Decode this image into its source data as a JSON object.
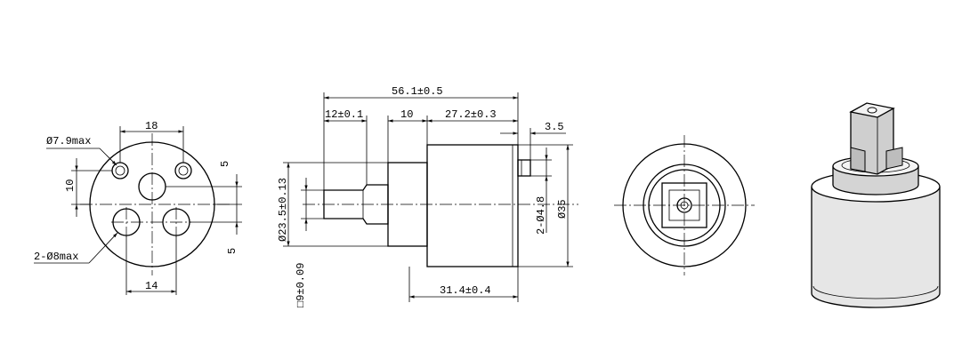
{
  "front_view": {
    "dim_top": "18",
    "dim_bottom": "14",
    "dim_left": "10",
    "dim_right_top": "5",
    "dim_right_bottom": "5",
    "callout_top": "Ø7.9max",
    "callout_bottom": "2-Ø8max"
  },
  "side_view": {
    "overall_length": "56.1±0.5",
    "stem_length": "12±0.1",
    "step_length": "10",
    "body_length": "27.2±0.3",
    "pin_length": "3.5",
    "shoulder_diameter": "Ø23.5±0.13",
    "stem_square": "□9±0.09",
    "pin_diameter": "2-Ø4.8",
    "body_diameter": "Ø35",
    "body_bottom_length": "31.4±0.4"
  }
}
